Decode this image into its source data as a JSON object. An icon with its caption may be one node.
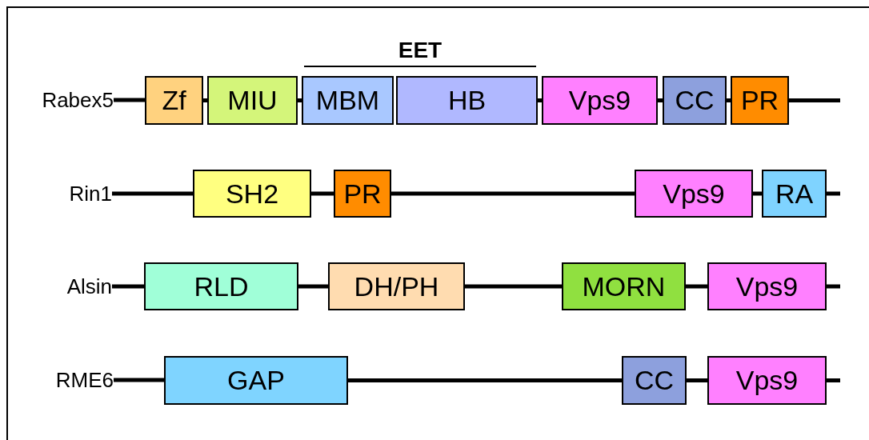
{
  "diagram": {
    "nodes": [
      {
        "text": [
          "Rabex5"
        ]
      },
      {
        "text": [
          "Zf"
        ]
      },
      {
        "text": [
          "MIU"
        ]
      },
      {
        "text": [
          "MBM"
        ]
      },
      {
        "text": [
          "HB"
        ]
      },
      {
        "text": [
          "Vps9"
        ]
      },
      {
        "text": [
          "CC"
        ]
      },
      {
        "text": [
          "PR"
        ]
      },
      {
        "text": [
          "Rin1"
        ]
      },
      {
        "text": [
          "SH2"
        ]
      },
      {
        "text": [
          "PR"
        ]
      },
      {
        "text": [
          "Vps9"
        ]
      },
      {
        "text": [
          "RA"
        ]
      },
      {
        "text": [
          "Alsin"
        ]
      },
      {
        "text": [
          "RLD"
        ]
      },
      {
        "text": [
          "DH/PH"
        ]
      },
      {
        "text": [
          "MORN"
        ]
      },
      {
        "text": [
          "Vps9"
        ]
      },
      {
        "text": [
          "RME6"
        ]
      },
      {
        "text": [
          "GAP"
        ]
      },
      {
        "text": [
          "CC"
        ]
      },
      {
        "text": [
          "Vps9"
        ]
      }
    ],
    "edges": [
      {
        "from": 0,
        "to": 1,
        "arrow": "none"
      },
      {
        "from": 1,
        "to": 2,
        "arrow": "none"
      },
      {
        "from": 2,
        "to": 3,
        "arrow": "none"
      },
      {
        "from": 4,
        "to": 5,
        "arrow": "none"
      },
      {
        "from": 5,
        "to": 6,
        "arrow": "none"
      },
      {
        "from": 6,
        "to": 7,
        "arrow": "none"
      },
      {
        "from": 7,
        "to": null,
        "arrow": "none"
      },
      {
        "from": 8,
        "to": 9,
        "arrow": "none"
      },
      {
        "from": 9,
        "to": 10,
        "arrow": "none"
      },
      {
        "from": 10,
        "to": 11,
        "arrow": "none"
      },
      {
        "from": 11,
        "to": 12,
        "arrow": "none"
      },
      {
        "from": 12,
        "to": null,
        "arrow": "none"
      },
      {
        "from": 13,
        "to": 14,
        "arrow": "none"
      },
      {
        "from": 14,
        "to": 15,
        "arrow": "none"
      },
      {
        "from": 15,
        "to": 16,
        "arrow": "none"
      },
      {
        "from": 16,
        "to": 17,
        "arrow": "none"
      },
      {
        "from": 17,
        "to": null,
        "arrow": "none"
      },
      {
        "from": 18,
        "to": 19,
        "arrow": "none"
      },
      {
        "from": 19,
        "to": 20,
        "arrow": "none"
      },
      {
        "from": 20,
        "to": 21,
        "arrow": "none"
      },
      {
        "from": 21,
        "to": null,
        "arrow": "none"
      }
    ],
    "labels": [
      "EET"
    ]
  }
}
